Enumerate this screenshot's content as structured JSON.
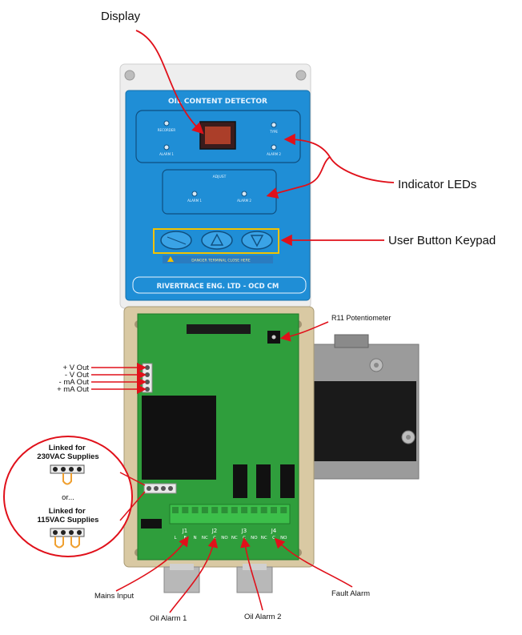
{
  "callouts": {
    "display": "Display",
    "indicator_leds": "Indicator LEDs",
    "user_button_keypad": "User Button Keypad",
    "r11_potentiometer": "R11 Potentiometer",
    "mains_input": "Mains Input",
    "oil_alarm_1": "Oil Alarm 1",
    "oil_alarm_2": "Oil Alarm 2",
    "fault_alarm": "Fault Alarm"
  },
  "outputs": [
    "+ V Out",
    "- V Out",
    "- mA Out",
    "+ mA Out"
  ],
  "supply_links": {
    "linked_230": "Linked for\n230VAC Supplies",
    "or": "or...",
    "linked_115": "Linked for\n115VAC Supplies"
  },
  "panel": {
    "title": "OIL CONTENT DETECTOR",
    "led_top_left": "RECORDER",
    "led_top_right": "TYPE",
    "led_mid_left": "ALARM 1",
    "led_mid_right": "ALARM 2",
    "adjust_title": "ADJUST",
    "adjust_left": "ALARM 1",
    "adjust_right": "ALARM 2",
    "warning": "DANGER  TERMINAL CLOSE HERE",
    "footer": "RIVERTRACE ENG. LTD - OCD CM"
  },
  "terminals": {
    "group_labels": [
      "J1",
      "J2",
      "J3",
      "J4"
    ],
    "pins": [
      "L",
      "E",
      "N",
      "NC",
      "C",
      "NO",
      "NC",
      "C",
      "NO",
      "NC",
      "C",
      "NO"
    ]
  },
  "colors": {
    "panel_blue": "#1f8ed6",
    "pcb_green": "#2f9e3c",
    "enclosure": "#d9c9a3",
    "arrow_red": "#e0101a",
    "highlight_yellow": "#f2c200"
  }
}
